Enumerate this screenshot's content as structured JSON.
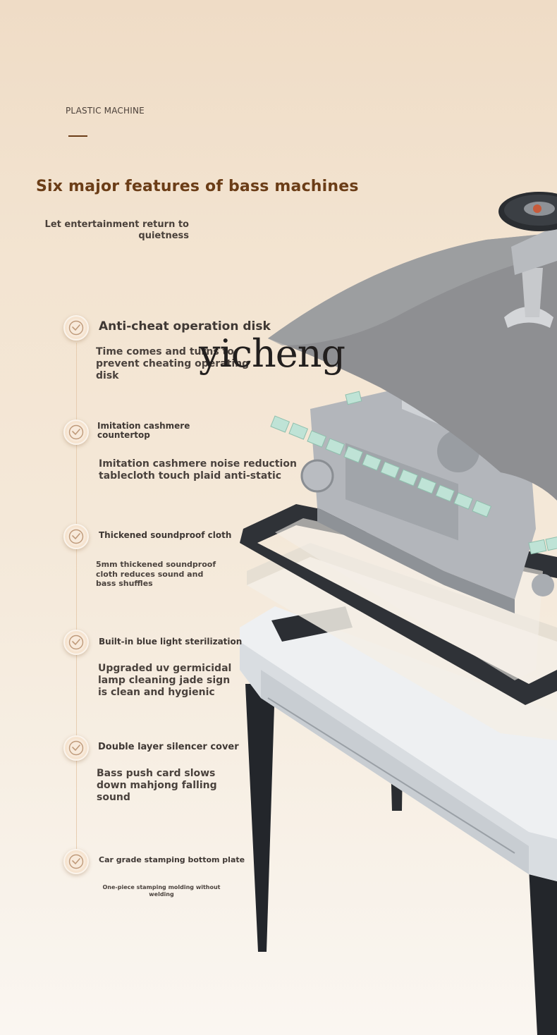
{
  "header": {
    "tag": "PLASTIC MACHINE",
    "title": "Six major features of bass machines",
    "subtitle": "Let entertainment return to quietness"
  },
  "features": [
    {
      "title": "Anti-cheat operation disk",
      "desc": "Time comes and turns to prevent cheating operating disk"
    },
    {
      "title": "Imitation cashmere countertop",
      "desc": "Imitation cashmere noise reduction tablecloth touch plaid anti-static"
    },
    {
      "title": "Thickened soundproof cloth",
      "desc": "5mm thickened soundproof cloth reduces sound and bass shuffles"
    },
    {
      "title": "Built-in blue light sterilization",
      "desc": "Upgraded uv germicidal lamp cleaning jade sign is clean and hygienic"
    },
    {
      "title": "Double layer silencer cover",
      "desc": "Bass push card slows down mahjong falling sound"
    },
    {
      "title": "Car grade stamping bottom plate",
      "desc": "One-piece stamping molding without welding"
    }
  ],
  "watermark": "yicheng",
  "icons": {
    "feature": "check-circle-icon"
  },
  "colors": {
    "accent": "#6b3d17",
    "background": "#f3e4d1",
    "tile": "#bfe3d6"
  }
}
